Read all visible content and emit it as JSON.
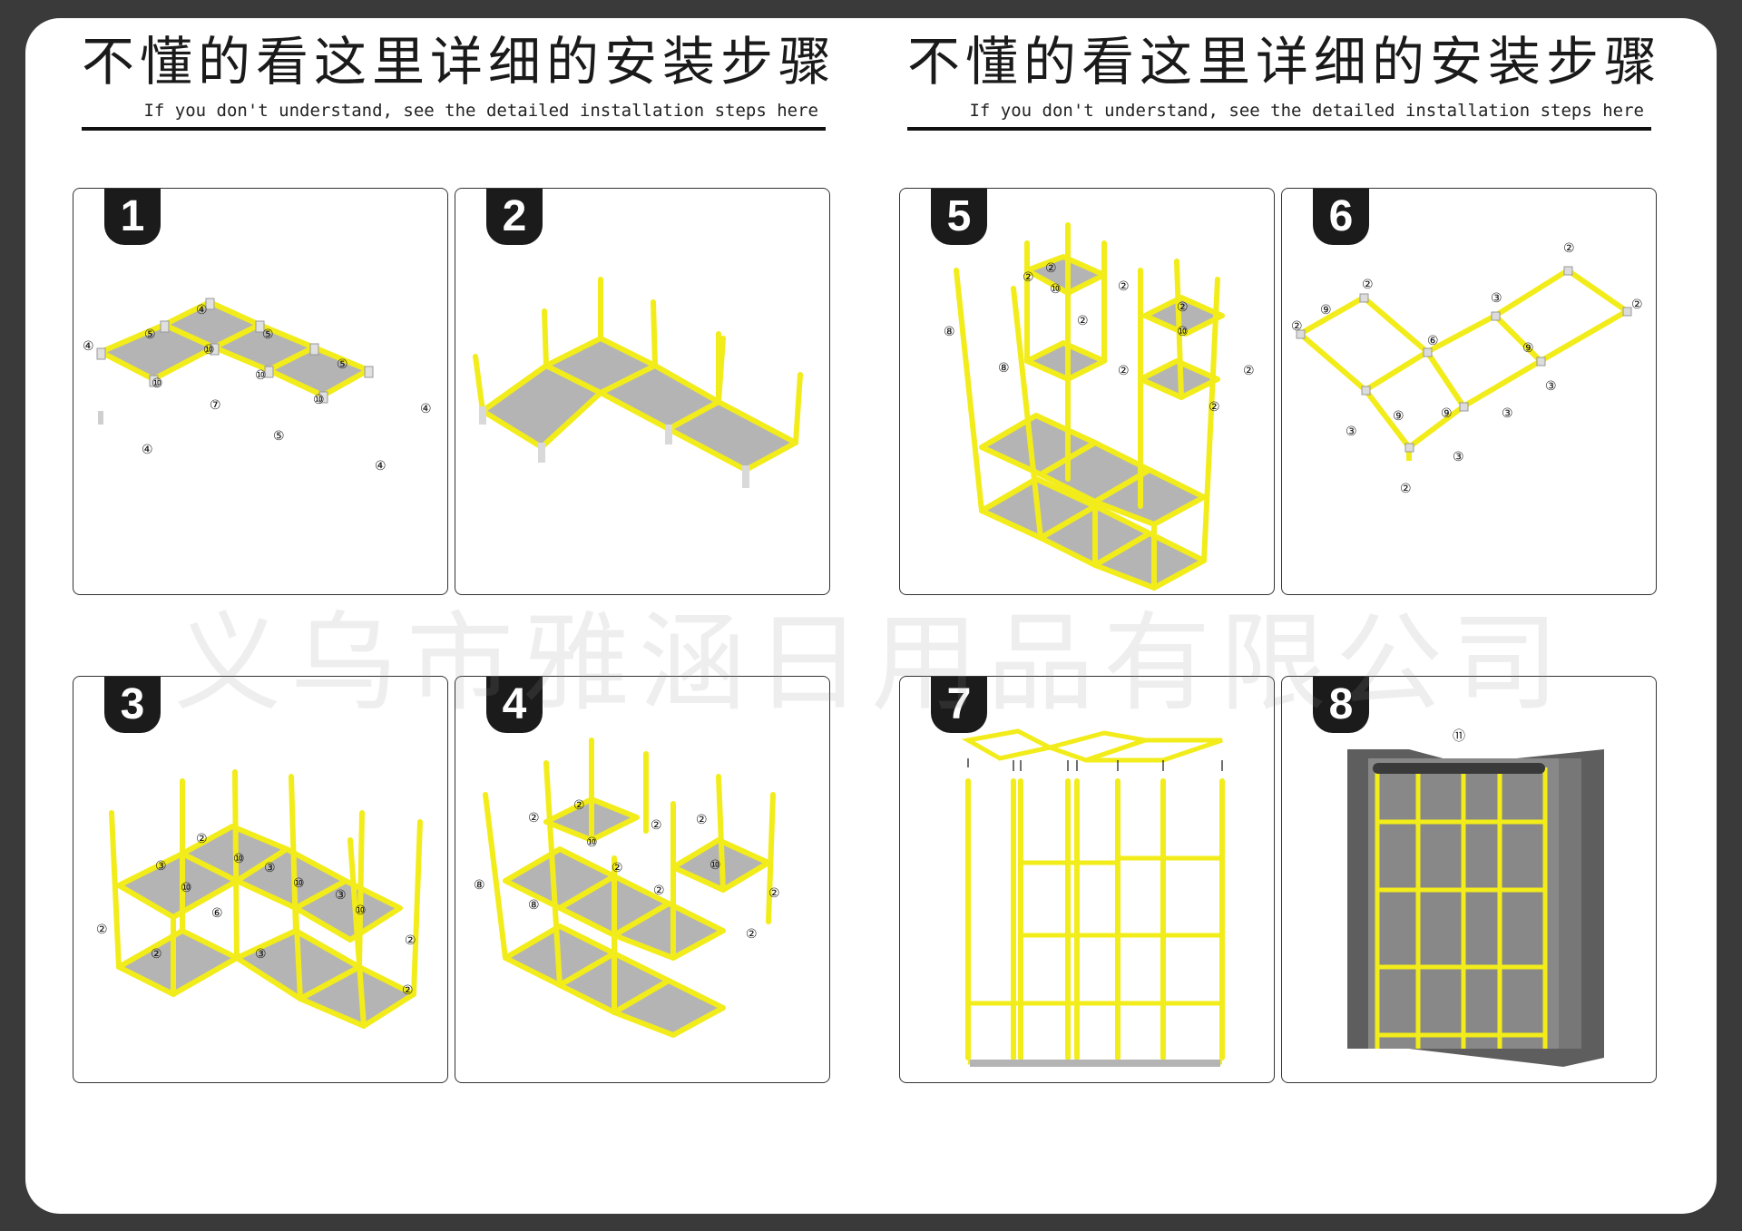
{
  "header": {
    "left_cn": "不懂的看这里详细的安装步骤",
    "left_en": "If you don't understand, see the detailed installation steps here",
    "right_cn": "不懂的看这里详细的安装步骤",
    "right_en": "If you don't understand, see the detailed installation steps here"
  },
  "steps": [
    {
      "number": "1"
    },
    {
      "number": "2"
    },
    {
      "number": "3"
    },
    {
      "number": "4"
    },
    {
      "number": "5"
    },
    {
      "number": "6"
    },
    {
      "number": "7"
    },
    {
      "number": "8"
    }
  ],
  "watermark": "义乌市雅涵日用品有限公司",
  "colors": {
    "tube": "#f2ec1a",
    "shelf": "#b4b4b4",
    "connector": "#d9d9d9",
    "badge": "#1b1b1b",
    "cover": "#5e5e5e"
  }
}
